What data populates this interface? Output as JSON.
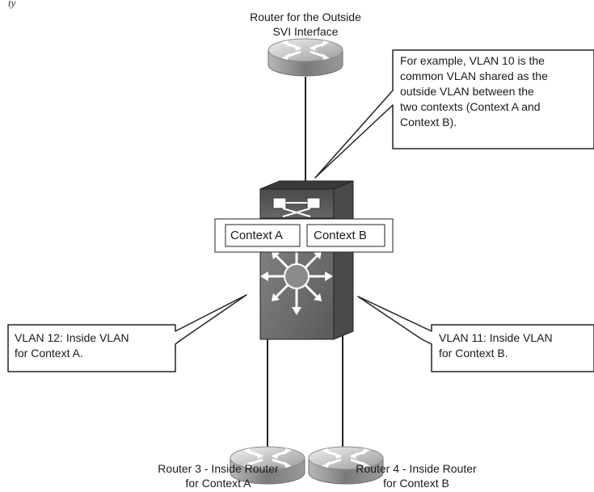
{
  "labels": {
    "top_router_line1": "Router for the Outside",
    "top_router_line2": "SVI Interface",
    "router3_line1": "Router 3 - Inside Router",
    "router3_line2": "for Context A",
    "router4_line1": "Router 4 - Inside Router",
    "router4_line2": "for Context B"
  },
  "contexts": {
    "a": "Context A",
    "b": "Context B"
  },
  "callouts": {
    "outside": [
      "For example, VLAN 10 is the",
      "common VLAN shared as the",
      "outside VLAN between the",
      "two contexts (Context A and",
      "Context B)."
    ],
    "vlan12": [
      "VLAN 12: Inside VLAN",
      "for Context A."
    ],
    "vlan11": [
      "VLAN 11: Inside VLAN",
      "for Context B."
    ]
  },
  "caption_fragment": "ty"
}
